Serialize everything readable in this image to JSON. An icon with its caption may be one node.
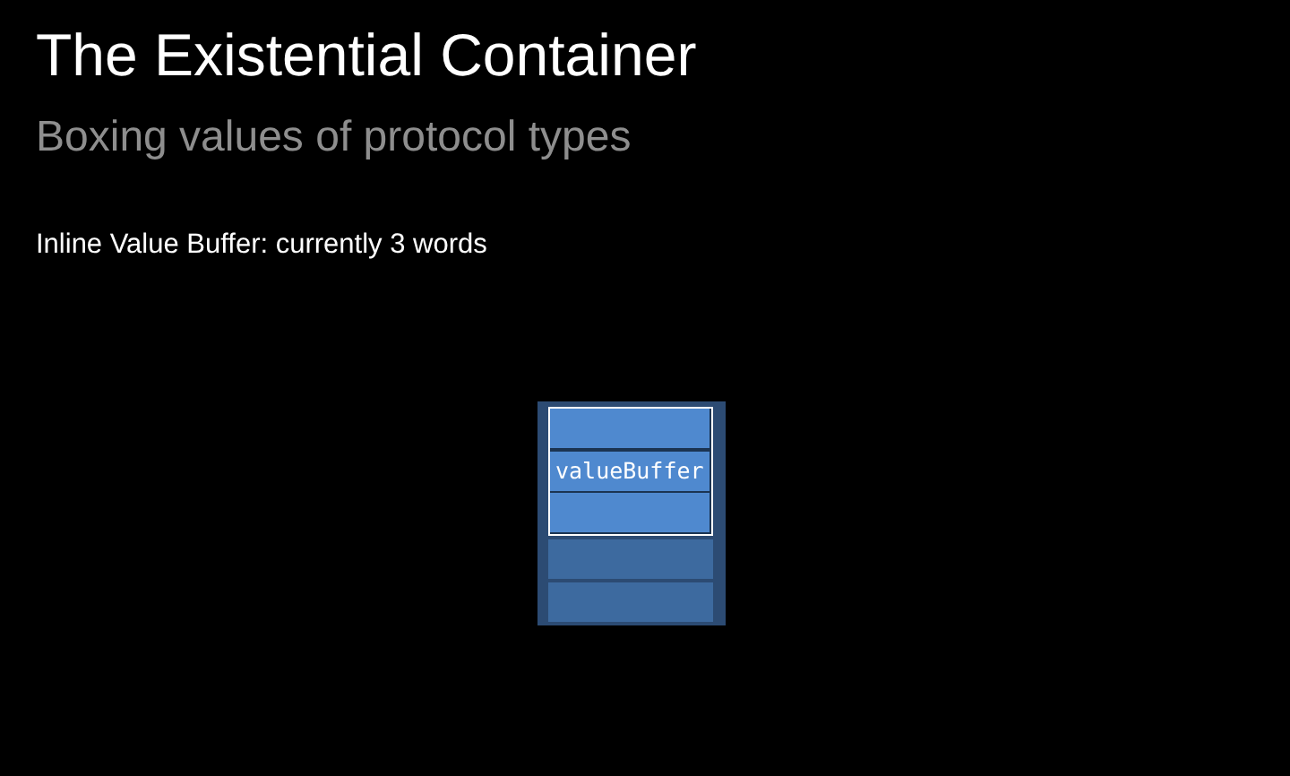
{
  "diagram": {
    "title": "The Existential Container",
    "nodes": [
      {
        "text": [],
        "shape": "box"
      },
      {
        "text": [],
        "shape": "box",
        "in": 0
      },
      {
        "text": [],
        "shape": "box",
        "in": 1
      },
      {
        "text": [
          "valueBuffer"
        ],
        "in": 1
      },
      {
        "text": [],
        "shape": "box",
        "in": 1
      },
      {
        "text": [],
        "shape": "box",
        "in": 0
      },
      {
        "text": [],
        "shape": "box",
        "in": 0
      }
    ],
    "labels": [
      "Boxing values of protocol types",
      "Inline Value Buffer: currently 3 words"
    ]
  }
}
